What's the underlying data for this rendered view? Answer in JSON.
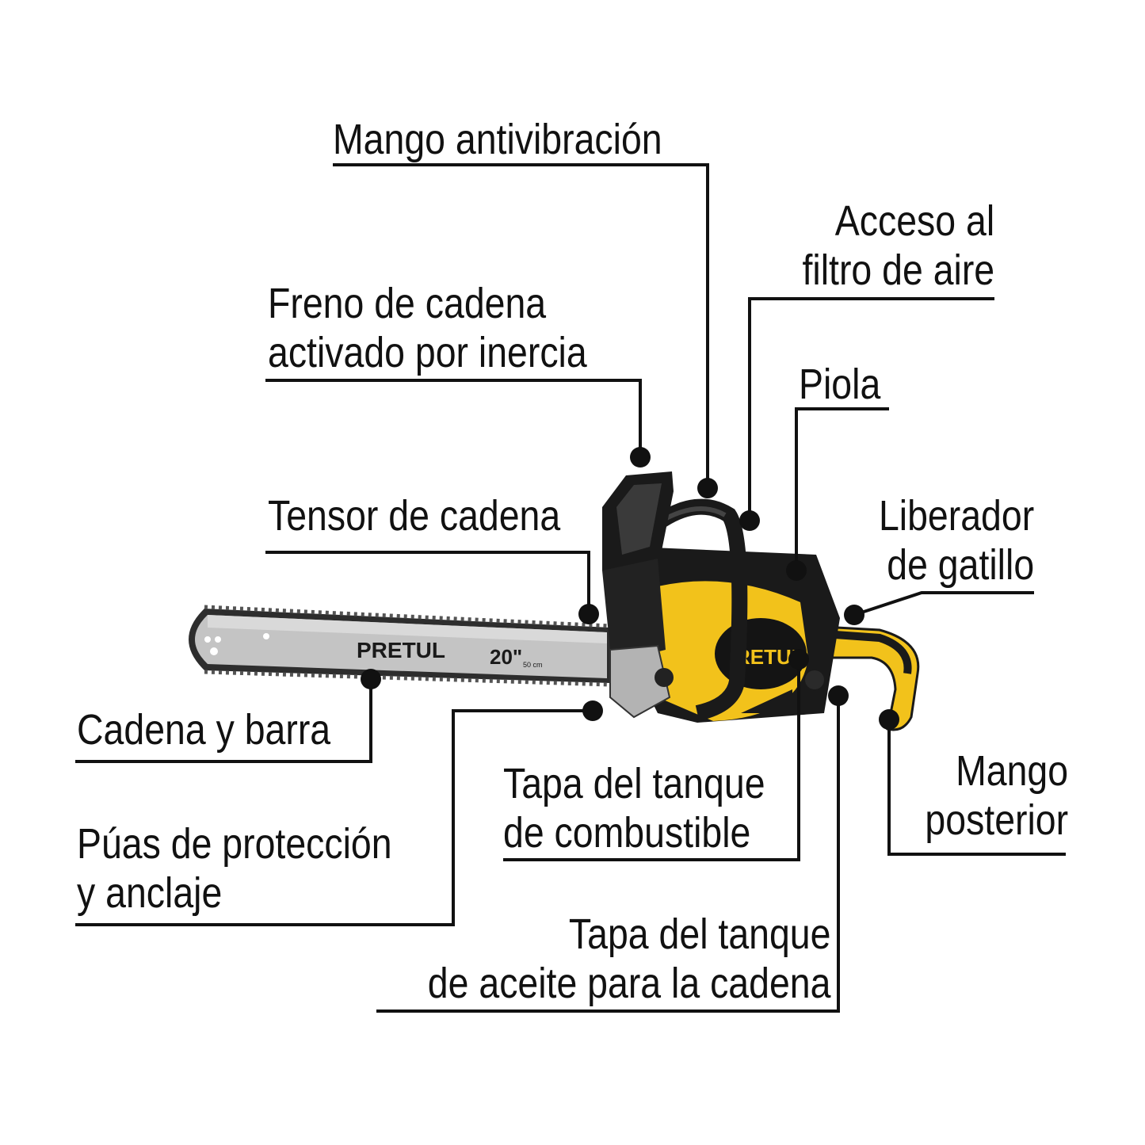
{
  "colors": {
    "leader": "#111111",
    "body_yellow": "#f2c21b",
    "body_black": "#1a1a1a",
    "bar_gray": "#bfbfbf"
  },
  "product": {
    "brand": "PRETUL",
    "bar_size": "20\"",
    "bar_size_metric": "50 cm",
    "housing_brand": "RETUL"
  },
  "labels": {
    "mango_antivibracion": [
      "Mango antivibración"
    ],
    "acceso_filtro": [
      "Acceso al",
      "filtro de aire"
    ],
    "freno_cadena": [
      "Freno de cadena",
      "activado por inercia"
    ],
    "piola": [
      "Piola"
    ],
    "tensor_cadena": [
      "Tensor de cadena"
    ],
    "liberador_gatillo": [
      "Liberador",
      "de gatillo"
    ],
    "cadena_barra": [
      "Cadena y barra"
    ],
    "tapa_combustible": [
      "Tapa del tanque",
      "de combustible"
    ],
    "mango_posterior": [
      "Mango",
      "posterior"
    ],
    "puas": [
      "Púas de protección",
      "y anclaje"
    ],
    "tapa_aceite": [
      "Tapa del tanque",
      "de aceite para la cadena"
    ]
  }
}
